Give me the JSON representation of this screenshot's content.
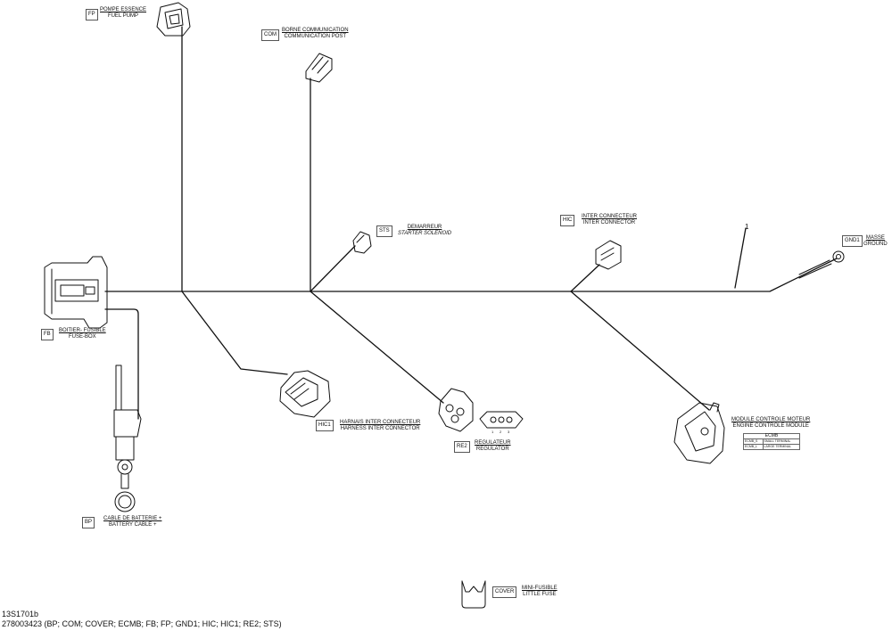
{
  "components": {
    "fp": {
      "tag": "FP",
      "fr": "POMPE ESSENCE",
      "en": "FUEL PUMP"
    },
    "com": {
      "tag": "COM",
      "fr": "BORNE COMMUNICATION",
      "en": "COMMUNICATION POST"
    },
    "sts": {
      "tag": "STS",
      "fr": "DEMARREUR",
      "en": "STARTER SOLENOID"
    },
    "hic": {
      "tag": "HIC",
      "fr": "INTER CONNECTEUR",
      "en": "INTER CONNECTOR"
    },
    "gnd1": {
      "tag": "GND1",
      "fr": "MASSE",
      "en": "GROUND"
    },
    "fb": {
      "tag": "FB",
      "fr": "BOITIER- FUSIBLE",
      "en": "FUSE-BOX"
    },
    "hic1": {
      "tag": "HIC1",
      "fr": "HARNAIS INTER CONNECTEUR",
      "en": "HARNESS INTER CONNECTOR"
    },
    "re2": {
      "tag": "RE2",
      "fr": "REGULATEUR",
      "en": "REGULATOR"
    },
    "ecmb": {
      "fr": "MODULE CONTROLE MOTEUR",
      "en": "ENGINE CONTROLE MODULE"
    },
    "bp": {
      "tag": "BP",
      "fr": "CABLE DE BATTERIE +",
      "en": "BATTERY CABLE +"
    },
    "cover": {
      "tag": "COVER",
      "fr": "MINI-FUSIBLE",
      "en": "LITTLE FUSE"
    }
  },
  "ecmb_table": {
    "title": "ECMB",
    "rows": [
      {
        "code": "ECMB_S",
        "desc": "SMALL TERMINAL"
      },
      {
        "code": "ECMB_L",
        "desc": "LARGE TERMINAL"
      }
    ]
  },
  "regulator_pins": [
    "1",
    "2",
    "3"
  ],
  "callout": "1",
  "footer": {
    "drawing_number": "13S1701b",
    "part_line": "278003423 (BP; COM; COVER; ECMB; FB; FP; GND1; HIC; HIC1; RE2; STS)"
  }
}
